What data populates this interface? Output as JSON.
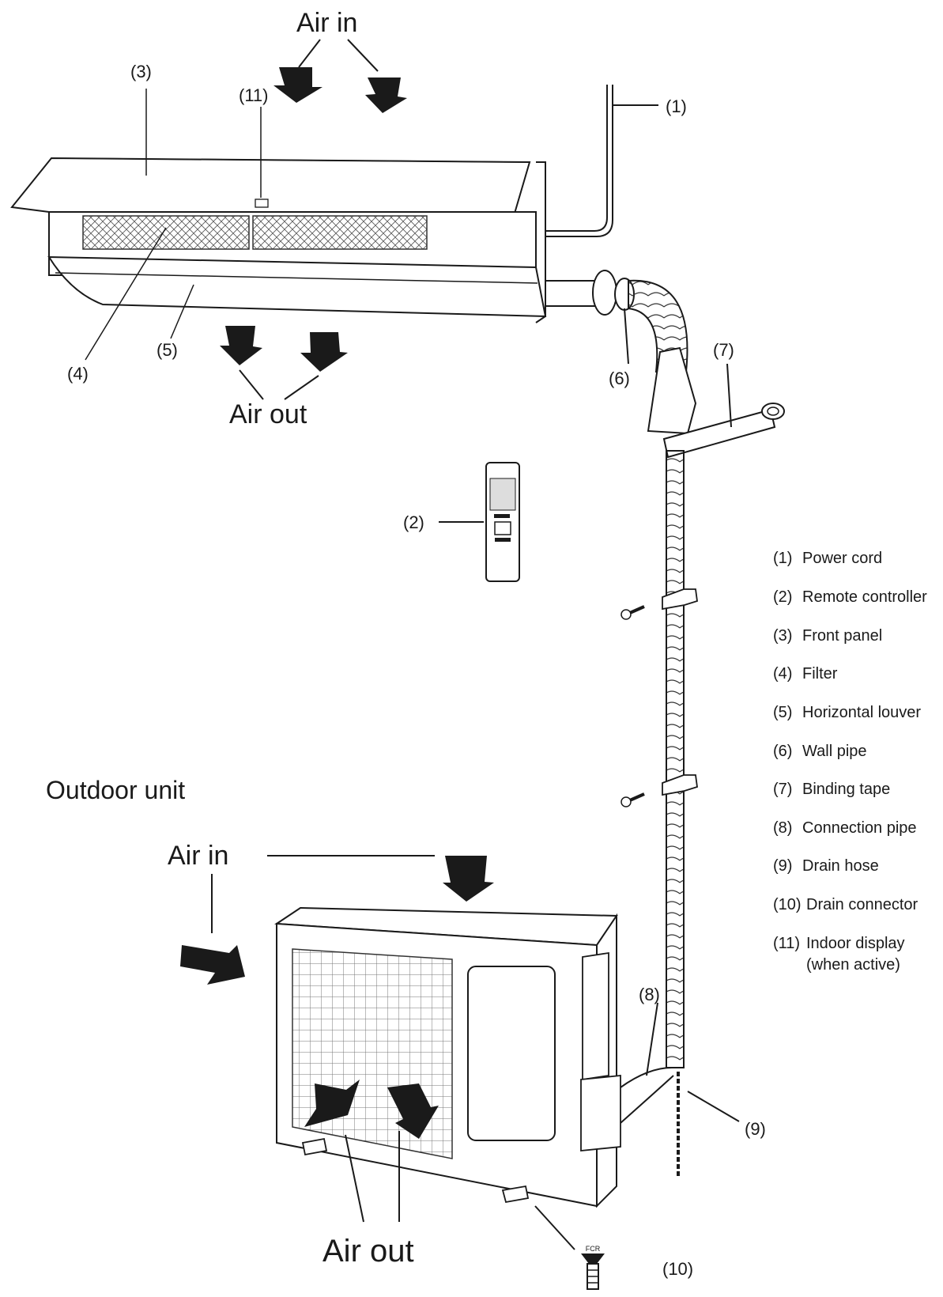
{
  "indoor": {
    "air_in": "Air in",
    "air_out": "Air out",
    "callouts": {
      "c1": "(1)",
      "c2": "(2)",
      "c3": "(3)",
      "c4": "(4)",
      "c5": "(5)",
      "c6": "(6)",
      "c7": "(7)",
      "c11": "(11)"
    }
  },
  "outdoor": {
    "section_title": "Outdoor unit",
    "air_in": "Air in",
    "air_out": "Air out",
    "callouts": {
      "c8": "(8)",
      "c9": "(9)",
      "c10": "(10)"
    }
  },
  "legend": [
    {
      "num": "(1)",
      "text": "Power cord"
    },
    {
      "num": "(2)",
      "text": "Remote controller"
    },
    {
      "num": "(3)",
      "text": "Front panel"
    },
    {
      "num": "(4)",
      "text": "Filter"
    },
    {
      "num": "(5)",
      "text": "Horizontal louver"
    },
    {
      "num": "(6)",
      "text": "Wall pipe"
    },
    {
      "num": "(7)",
      "text": "Binding tape"
    },
    {
      "num": "(8)",
      "text": "Connection pipe"
    },
    {
      "num": "(9)",
      "text": "Drain hose"
    },
    {
      "num": "(10)",
      "text": "Drain connector"
    },
    {
      "num": "(11)",
      "text": "Indoor display",
      "text2": "(when active)"
    }
  ],
  "drain_connector_stamp": "FCR"
}
